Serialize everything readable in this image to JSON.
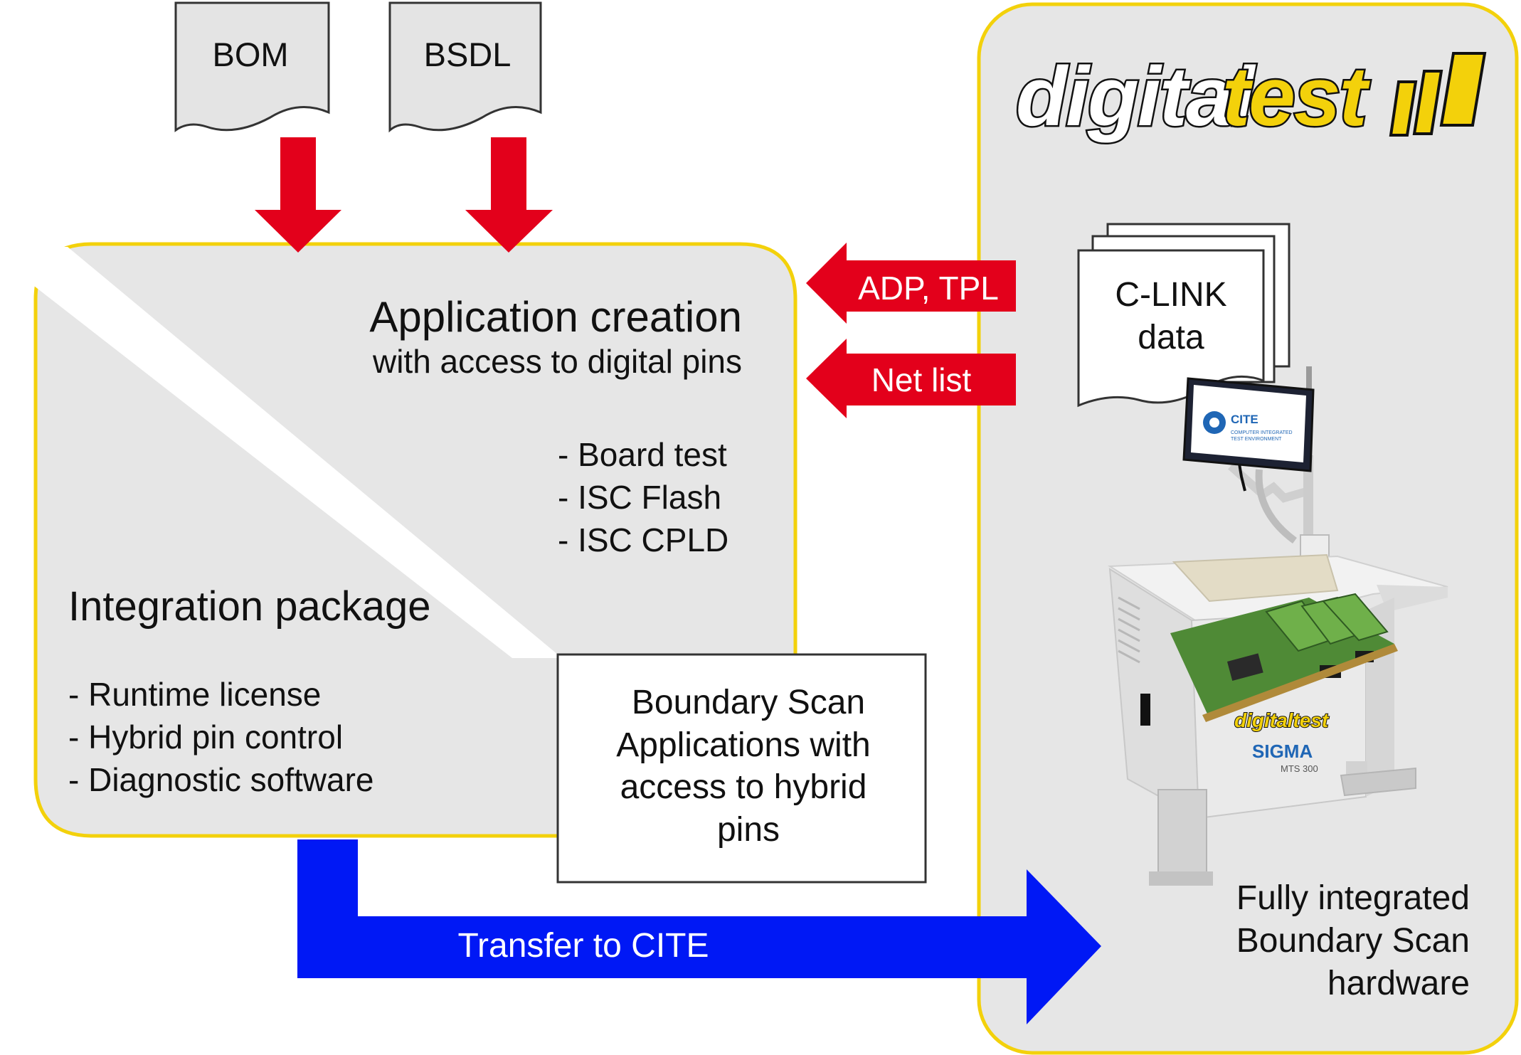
{
  "colors": {
    "accent_yellow": "#f3d10b",
    "panel_gray": "#e6e6e6",
    "arrow_red": "#e3001b",
    "arrow_blue": "#0018f5",
    "doc_gray": "#e4e4e4",
    "text": "#111111"
  },
  "inputs": {
    "bom": "BOM",
    "bsdl": "BSDL"
  },
  "application": {
    "title": "Application creation",
    "subtitle": "with access to digital pins",
    "items": [
      "- Board test",
      "- ISC Flash",
      "- ISC CPLD"
    ]
  },
  "integration": {
    "title": "Integration package",
    "items": [
      "- Runtime license",
      "- Hybrid pin control",
      "- Diagnostic software"
    ]
  },
  "boundary_box": {
    "lines": [
      "Boundary Scan",
      "Applications with",
      "access to hybrid",
      "pins"
    ]
  },
  "arrows": {
    "adp_tpl": "ADP, TPL",
    "net_list": "Net list",
    "transfer": "Transfer to CITE"
  },
  "clink": {
    "lines": [
      "C-LINK",
      "data"
    ]
  },
  "brand": {
    "logo_text_white": "digital",
    "logo_text_yellow": "test",
    "logo_mark_icon": "digitaltest-bars-icon"
  },
  "hardware": {
    "monitor_title": "CITE",
    "monitor_subtitle_1": "COMPUTER INTEGRATED",
    "monitor_subtitle_2": "TEST ENVIRONMENT",
    "cabinet_logo": "digitaltest",
    "model": "SIGMA",
    "model_sub": "MTS 300"
  },
  "caption": {
    "lines": [
      "Fully integrated",
      "Boundary Scan",
      "hardware"
    ]
  }
}
